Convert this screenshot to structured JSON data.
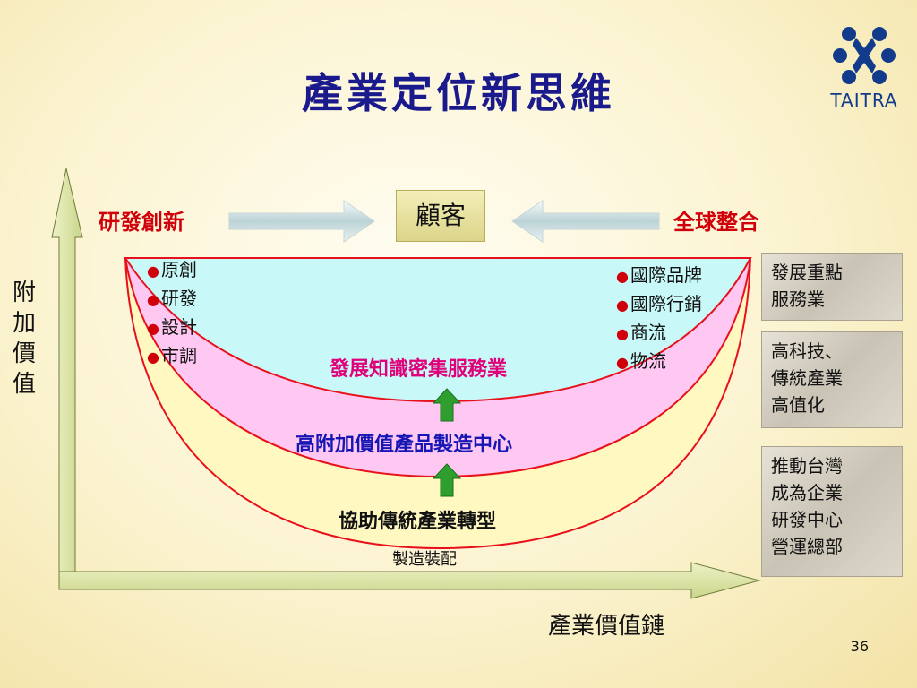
{
  "title": "產業定位新思維",
  "logo": {
    "text": "TAITRA",
    "icon": "taitra-logo-icon",
    "color": "#123b8c"
  },
  "diagram": {
    "left_label": "研發創新",
    "right_label": "全球整合",
    "center_box": "顧客",
    "left_bullets": [
      "原創",
      "研發",
      "設計",
      "市調"
    ],
    "right_bullets": [
      "國際品牌",
      "國際行銷",
      "商流",
      "物流"
    ],
    "layers": {
      "top": "發展知識密集服務業",
      "middle": "高附加價值產品製造中心",
      "bottom": "協助傳統產業轉型",
      "base": "製造裝配"
    },
    "y_axis_label": "附加價值",
    "x_axis_label": "產業價值鏈",
    "colors": {
      "top_band": "#c8f8f8",
      "middle_band": "#ffc8f2",
      "bottom_band": "#fff8c0",
      "curve_line": "#e8101a",
      "axis_fill": "#dde6a8",
      "up_arrow": "#2e9e2e",
      "accent_red": "#d0000a",
      "title_blue": "#1a1a8c"
    }
  },
  "side_boxes": [
    [
      "發展重點",
      "服務業"
    ],
    [
      "高科技、",
      "傳統產業",
      "高值化"
    ],
    [
      "推動台灣",
      "成為企業",
      "研發中心",
      "營運總部"
    ]
  ],
  "page_number": "36"
}
